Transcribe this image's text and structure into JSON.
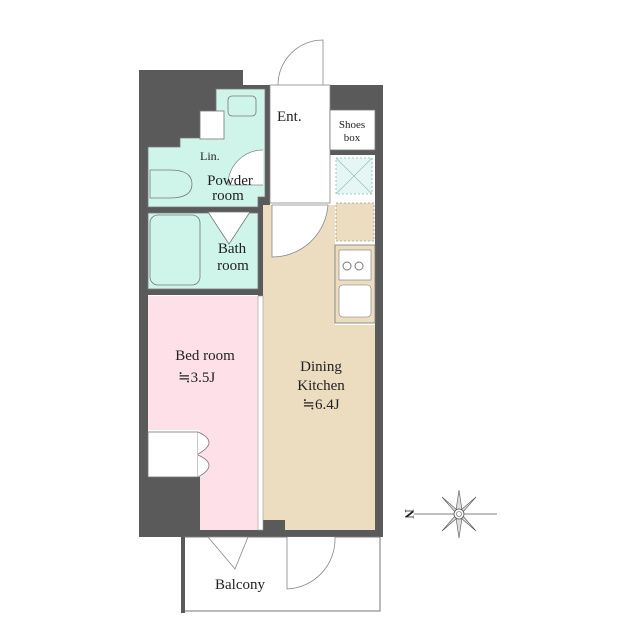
{
  "rooms": {
    "entrance": "Ent.",
    "shoes_box_line1": "Shoes",
    "shoes_box_line2": "box",
    "linen": "Lin.",
    "powder_line1": "Powder",
    "powder_line2": "room",
    "bath_line1": "Bath",
    "bath_line2": "room",
    "bedroom_name": "Bed room",
    "bedroom_size": "≒3.5J",
    "dining_line1": "Dining",
    "dining_line2": "Kitchen",
    "dining_size": "≒6.4J",
    "balcony": "Balcony"
  },
  "compass": {
    "north_label": "N"
  },
  "colors": {
    "wall": "#5a5a5a",
    "wet_area": "#cff5ea",
    "bedroom": "#fde0e8",
    "dining_kitchen": "#ecdcc0",
    "line": "#777777"
  }
}
